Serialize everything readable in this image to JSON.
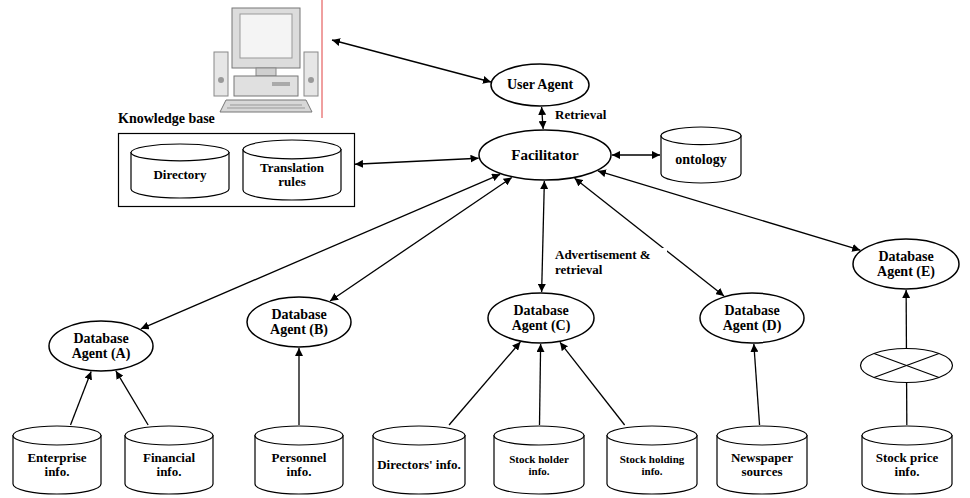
{
  "diagram": {
    "nodes": [
      {
        "text": [
          "User Agent"
        ]
      },
      {
        "text": [
          "Knowledge base"
        ]
      },
      {
        "text": [
          "Directory"
        ],
        "in": 1
      },
      {
        "text": [
          "Translation rules"
        ],
        "in": 1
      },
      {
        "text": [
          "Facilitator"
        ]
      },
      {
        "text": [
          "ontology"
        ]
      },
      {
        "text": [
          "Database Agent (A)"
        ]
      },
      {
        "text": [
          "Database Agent (B)"
        ]
      },
      {
        "text": [
          "Database Agent (C)"
        ]
      },
      {
        "text": [
          "Database Agent (D)"
        ]
      },
      {
        "text": [
          "Database Agent (E)"
        ]
      },
      {
        "text": [
          "Enterprise info."
        ]
      },
      {
        "text": [
          "Financial info."
        ]
      },
      {
        "text": [
          "Personnel info."
        ]
      },
      {
        "text": [
          "Directors' info."
        ]
      },
      {
        "text": [
          "Stock holder info."
        ]
      },
      {
        "text": [
          "Stock holding info."
        ]
      },
      {
        "text": [
          "Newspaper sources"
        ]
      },
      {
        "text": [
          "Stock price info."
        ]
      }
    ],
    "edges": [
      {
        "from": 0,
        "to": 4,
        "label": "Retrieval",
        "arrow": "both"
      },
      {
        "from": 1,
        "to": 4,
        "arrow": "both"
      },
      {
        "from": 4,
        "to": 5,
        "arrow": "both"
      },
      {
        "from": 4,
        "to": 6,
        "arrow": "both"
      },
      {
        "from": 4,
        "to": 7,
        "arrow": "both"
      },
      {
        "from": 4,
        "to": 8,
        "label": "Advertisement & retrieval",
        "arrow": "both"
      },
      {
        "from": 4,
        "to": 9,
        "arrow": "both"
      },
      {
        "from": 4,
        "to": 10,
        "arrow": "both"
      },
      {
        "from": 11,
        "to": 6,
        "arrow": "to"
      },
      {
        "from": 12,
        "to": 6,
        "arrow": "to"
      },
      {
        "from": 13,
        "to": 7,
        "arrow": "to"
      },
      {
        "from": 14,
        "to": 8,
        "arrow": "to"
      },
      {
        "from": 15,
        "to": 8,
        "arrow": "to"
      },
      {
        "from": 16,
        "to": 8,
        "arrow": "to"
      },
      {
        "from": 17,
        "to": 9,
        "arrow": "to"
      },
      {
        "from": 18,
        "to": 10,
        "arrow": "to"
      }
    ]
  }
}
